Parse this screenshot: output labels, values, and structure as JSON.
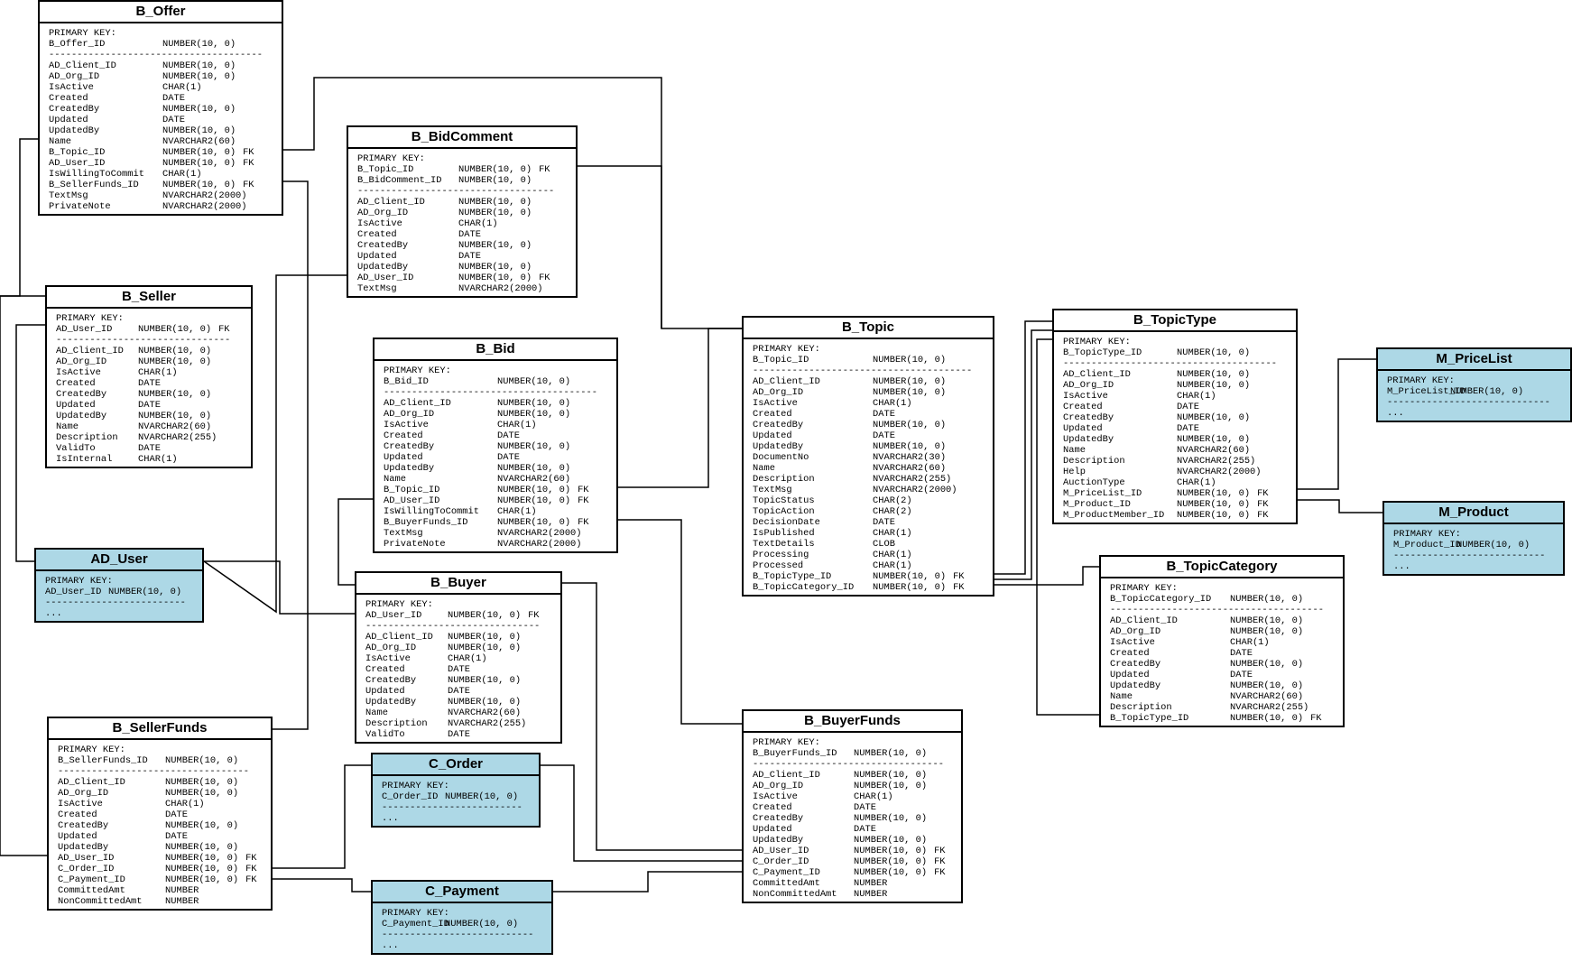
{
  "labels": {
    "primary_key": "PRIMARY KEY:",
    "separator": "------------------------------------------------------------",
    "ellipsis": "...",
    "fk": "FK"
  },
  "tables": [
    {
      "id": "B_Offer",
      "title": "B_Offer",
      "ref": false,
      "pk": [
        [
          "B_Offer_ID",
          "NUMBER(10, 0)",
          ""
        ]
      ],
      "cols": [
        [
          "AD_Client_ID",
          "NUMBER(10, 0)",
          ""
        ],
        [
          "AD_Org_ID",
          "NUMBER(10, 0)",
          ""
        ],
        [
          "IsActive",
          "CHAR(1)",
          ""
        ],
        [
          "Created",
          "DATE",
          ""
        ],
        [
          "CreatedBy",
          "NUMBER(10, 0)",
          ""
        ],
        [
          "Updated",
          "DATE",
          ""
        ],
        [
          "UpdatedBy",
          "NUMBER(10, 0)",
          ""
        ],
        [
          "Name",
          "NVARCHAR2(60)",
          ""
        ],
        [
          "B_Topic_ID",
          "NUMBER(10, 0)",
          "FK"
        ],
        [
          "AD_User_ID",
          "NUMBER(10, 0)",
          "FK"
        ],
        [
          "IsWillingToCommit",
          "CHAR(1)",
          ""
        ],
        [
          "B_SellerFunds_ID",
          "NUMBER(10, 0)",
          "FK"
        ],
        [
          "TextMsg",
          "NVARCHAR2(2000)",
          ""
        ],
        [
          "PrivateNote",
          "NVARCHAR2(2000)",
          ""
        ]
      ]
    },
    {
      "id": "B_BidComment",
      "title": "B_BidComment",
      "ref": false,
      "pk": [
        [
          "B_Topic_ID",
          "NUMBER(10, 0)",
          "FK"
        ],
        [
          "B_BidComment_ID",
          "NUMBER(10, 0)",
          ""
        ]
      ],
      "cols": [
        [
          "AD_Client_ID",
          "NUMBER(10, 0)",
          ""
        ],
        [
          "AD_Org_ID",
          "NUMBER(10, 0)",
          ""
        ],
        [
          "IsActive",
          "CHAR(1)",
          ""
        ],
        [
          "Created",
          "DATE",
          ""
        ],
        [
          "CreatedBy",
          "NUMBER(10, 0)",
          ""
        ],
        [
          "Updated",
          "DATE",
          ""
        ],
        [
          "UpdatedBy",
          "NUMBER(10, 0)",
          ""
        ],
        [
          "AD_User_ID",
          "NUMBER(10, 0)",
          "FK"
        ],
        [
          "TextMsg",
          "NVARCHAR2(2000)",
          ""
        ]
      ]
    },
    {
      "id": "B_Seller",
      "title": "B_Seller",
      "ref": false,
      "pk": [
        [
          "AD_User_ID",
          "NUMBER(10, 0)",
          "FK"
        ]
      ],
      "cols": [
        [
          "AD_Client_ID",
          "NUMBER(10, 0)",
          ""
        ],
        [
          "AD_Org_ID",
          "NUMBER(10, 0)",
          ""
        ],
        [
          "IsActive",
          "CHAR(1)",
          ""
        ],
        [
          "Created",
          "DATE",
          ""
        ],
        [
          "CreatedBy",
          "NUMBER(10, 0)",
          ""
        ],
        [
          "Updated",
          "DATE",
          ""
        ],
        [
          "UpdatedBy",
          "NUMBER(10, 0)",
          ""
        ],
        [
          "Name",
          "NVARCHAR2(60)",
          ""
        ],
        [
          "Description",
          "NVARCHAR2(255)",
          ""
        ],
        [
          "ValidTo",
          "DATE",
          ""
        ],
        [
          "IsInternal",
          "CHAR(1)",
          ""
        ]
      ]
    },
    {
      "id": "B_Bid",
      "title": "B_Bid",
      "ref": false,
      "pk": [
        [
          "B_Bid_ID",
          "NUMBER(10, 0)",
          ""
        ]
      ],
      "cols": [
        [
          "AD_Client_ID",
          "NUMBER(10, 0)",
          ""
        ],
        [
          "AD_Org_ID",
          "NUMBER(10, 0)",
          ""
        ],
        [
          "IsActive",
          "CHAR(1)",
          ""
        ],
        [
          "Created",
          "DATE",
          ""
        ],
        [
          "CreatedBy",
          "NUMBER(10, 0)",
          ""
        ],
        [
          "Updated",
          "DATE",
          ""
        ],
        [
          "UpdatedBy",
          "NUMBER(10, 0)",
          ""
        ],
        [
          "Name",
          "NVARCHAR2(60)",
          ""
        ],
        [
          "B_Topic_ID",
          "NUMBER(10, 0)",
          "FK"
        ],
        [
          "AD_User_ID",
          "NUMBER(10, 0)",
          "FK"
        ],
        [
          "IsWillingToCommit",
          "CHAR(1)",
          ""
        ],
        [
          "B_BuyerFunds_ID",
          "NUMBER(10, 0)",
          "FK"
        ],
        [
          "TextMsg",
          "NVARCHAR2(2000)",
          ""
        ],
        [
          "PrivateNote",
          "NVARCHAR2(2000)",
          ""
        ]
      ]
    },
    {
      "id": "B_Topic",
      "title": "B_Topic",
      "ref": false,
      "pk": [
        [
          "B_Topic_ID",
          "NUMBER(10, 0)",
          ""
        ]
      ],
      "cols": [
        [
          "AD_Client_ID",
          "NUMBER(10, 0)",
          ""
        ],
        [
          "AD_Org_ID",
          "NUMBER(10, 0)",
          ""
        ],
        [
          "IsActive",
          "CHAR(1)",
          ""
        ],
        [
          "Created",
          "DATE",
          ""
        ],
        [
          "CreatedBy",
          "NUMBER(10, 0)",
          ""
        ],
        [
          "Updated",
          "DATE",
          ""
        ],
        [
          "UpdatedBy",
          "NUMBER(10, 0)",
          ""
        ],
        [
          "DocumentNo",
          "NVARCHAR2(30)",
          ""
        ],
        [
          "Name",
          "NVARCHAR2(60)",
          ""
        ],
        [
          "Description",
          "NVARCHAR2(255)",
          ""
        ],
        [
          "TextMsg",
          "NVARCHAR2(2000)",
          ""
        ],
        [
          "TopicStatus",
          "CHAR(2)",
          ""
        ],
        [
          "TopicAction",
          "CHAR(2)",
          ""
        ],
        [
          "DecisionDate",
          "DATE",
          ""
        ],
        [
          "IsPublished",
          "CHAR(1)",
          ""
        ],
        [
          "TextDetails",
          "CLOB",
          ""
        ],
        [
          "Processing",
          "CHAR(1)",
          ""
        ],
        [
          "Processed",
          "CHAR(1)",
          ""
        ],
        [
          "B_TopicType_ID",
          "NUMBER(10, 0)",
          "FK"
        ],
        [
          "B_TopicCategory_ID",
          "NUMBER(10, 0)",
          "FK"
        ]
      ]
    },
    {
      "id": "B_TopicType",
      "title": "B_TopicType",
      "ref": false,
      "pk": [
        [
          "B_TopicType_ID",
          "NUMBER(10, 0)",
          ""
        ]
      ],
      "cols": [
        [
          "AD_Client_ID",
          "NUMBER(10, 0)",
          ""
        ],
        [
          "AD_Org_ID",
          "NUMBER(10, 0)",
          ""
        ],
        [
          "IsActive",
          "CHAR(1)",
          ""
        ],
        [
          "Created",
          "DATE",
          ""
        ],
        [
          "CreatedBy",
          "NUMBER(10, 0)",
          ""
        ],
        [
          "Updated",
          "DATE",
          ""
        ],
        [
          "UpdatedBy",
          "NUMBER(10, 0)",
          ""
        ],
        [
          "Name",
          "NVARCHAR2(60)",
          ""
        ],
        [
          "Description",
          "NVARCHAR2(255)",
          ""
        ],
        [
          "Help",
          "NVARCHAR2(2000)",
          ""
        ],
        [
          "AuctionType",
          "CHAR(1)",
          ""
        ],
        [
          "M_PriceList_ID",
          "NUMBER(10, 0)",
          "FK"
        ],
        [
          "M_Product_ID",
          "NUMBER(10, 0)",
          "FK"
        ],
        [
          "M_ProductMember_ID",
          "NUMBER(10, 0)",
          "FK"
        ]
      ]
    },
    {
      "id": "M_PriceList",
      "title": "M_PriceList",
      "ref": true,
      "pk": [
        [
          "M_PriceList_ID",
          "NUMBER(10, 0)",
          ""
        ]
      ],
      "cols": [],
      "more": true
    },
    {
      "id": "M_Product",
      "title": "M_Product",
      "ref": true,
      "pk": [
        [
          "M_Product_ID",
          "NUMBER(10, 0)",
          ""
        ]
      ],
      "cols": [],
      "more": true
    },
    {
      "id": "AD_User",
      "title": "AD_User",
      "ref": true,
      "pk": [
        [
          "AD_User_ID",
          "NUMBER(10, 0)",
          ""
        ]
      ],
      "cols": [],
      "more": true
    },
    {
      "id": "B_Buyer",
      "title": "B_Buyer",
      "ref": false,
      "pk": [
        [
          "AD_User_ID",
          "NUMBER(10, 0)",
          "FK"
        ]
      ],
      "cols": [
        [
          "AD_Client_ID",
          "NUMBER(10, 0)",
          ""
        ],
        [
          "AD_Org_ID",
          "NUMBER(10, 0)",
          ""
        ],
        [
          "IsActive",
          "CHAR(1)",
          ""
        ],
        [
          "Created",
          "DATE",
          ""
        ],
        [
          "CreatedBy",
          "NUMBER(10, 0)",
          ""
        ],
        [
          "Updated",
          "DATE",
          ""
        ],
        [
          "UpdatedBy",
          "NUMBER(10, 0)",
          ""
        ],
        [
          "Name",
          "NVARCHAR2(60)",
          ""
        ],
        [
          "Description",
          "NVARCHAR2(255)",
          ""
        ],
        [
          "ValidTo",
          "DATE",
          ""
        ]
      ]
    },
    {
      "id": "B_TopicCategory",
      "title": "B_TopicCategory",
      "ref": false,
      "pk": [
        [
          "B_TopicCategory_ID",
          "NUMBER(10, 0)",
          ""
        ]
      ],
      "cols": [
        [
          "AD_Client_ID",
          "NUMBER(10, 0)",
          ""
        ],
        [
          "AD_Org_ID",
          "NUMBER(10, 0)",
          ""
        ],
        [
          "IsActive",
          "CHAR(1)",
          ""
        ],
        [
          "Created",
          "DATE",
          ""
        ],
        [
          "CreatedBy",
          "NUMBER(10, 0)",
          ""
        ],
        [
          "Updated",
          "DATE",
          ""
        ],
        [
          "UpdatedBy",
          "NUMBER(10, 0)",
          ""
        ],
        [
          "Name",
          "NVARCHAR2(60)",
          ""
        ],
        [
          "Description",
          "NVARCHAR2(255)",
          ""
        ],
        [
          "B_TopicType_ID",
          "NUMBER(10, 0)",
          "FK"
        ]
      ]
    },
    {
      "id": "B_SellerFunds",
      "title": "B_SellerFunds",
      "ref": false,
      "pk": [
        [
          "B_SellerFunds_ID",
          "NUMBER(10, 0)",
          ""
        ]
      ],
      "cols": [
        [
          "AD_Client_ID",
          "NUMBER(10, 0)",
          ""
        ],
        [
          "AD_Org_ID",
          "NUMBER(10, 0)",
          ""
        ],
        [
          "IsActive",
          "CHAR(1)",
          ""
        ],
        [
          "Created",
          "DATE",
          ""
        ],
        [
          "CreatedBy",
          "NUMBER(10, 0)",
          ""
        ],
        [
          "Updated",
          "DATE",
          ""
        ],
        [
          "UpdatedBy",
          "NUMBER(10, 0)",
          ""
        ],
        [
          "AD_User_ID",
          "NUMBER(10, 0)",
          "FK"
        ],
        [
          "C_Order_ID",
          "NUMBER(10, 0)",
          "FK"
        ],
        [
          "C_Payment_ID",
          "NUMBER(10, 0)",
          "FK"
        ],
        [
          "CommittedAmt",
          "NUMBER",
          ""
        ],
        [
          "NonCommittedAmt",
          "NUMBER",
          ""
        ]
      ]
    },
    {
      "id": "C_Order",
      "title": "C_Order",
      "ref": true,
      "pk": [
        [
          "C_Order_ID",
          "NUMBER(10, 0)",
          ""
        ]
      ],
      "cols": [],
      "more": true
    },
    {
      "id": "B_BuyerFunds",
      "title": "B_BuyerFunds",
      "ref": false,
      "pk": [
        [
          "B_BuyerFunds_ID",
          "NUMBER(10, 0)",
          ""
        ]
      ],
      "cols": [
        [
          "AD_Client_ID",
          "NUMBER(10, 0)",
          ""
        ],
        [
          "AD_Org_ID",
          "NUMBER(10, 0)",
          ""
        ],
        [
          "IsActive",
          "CHAR(1)",
          ""
        ],
        [
          "Created",
          "DATE",
          ""
        ],
        [
          "CreatedBy",
          "NUMBER(10, 0)",
          ""
        ],
        [
          "Updated",
          "DATE",
          ""
        ],
        [
          "UpdatedBy",
          "NUMBER(10, 0)",
          ""
        ],
        [
          "AD_User_ID",
          "NUMBER(10, 0)",
          "FK"
        ],
        [
          "C_Order_ID",
          "NUMBER(10, 0)",
          "FK"
        ],
        [
          "C_Payment_ID",
          "NUMBER(10, 0)",
          "FK"
        ],
        [
          "CommittedAmt",
          "NUMBER",
          ""
        ],
        [
          "NonCommittedAmt",
          "NUMBER",
          ""
        ]
      ]
    },
    {
      "id": "C_Payment",
      "title": "C_Payment",
      "ref": true,
      "pk": [
        [
          "C_Payment_ID",
          "NUMBER(10, 0)",
          ""
        ]
      ],
      "cols": [],
      "more": true
    }
  ]
}
